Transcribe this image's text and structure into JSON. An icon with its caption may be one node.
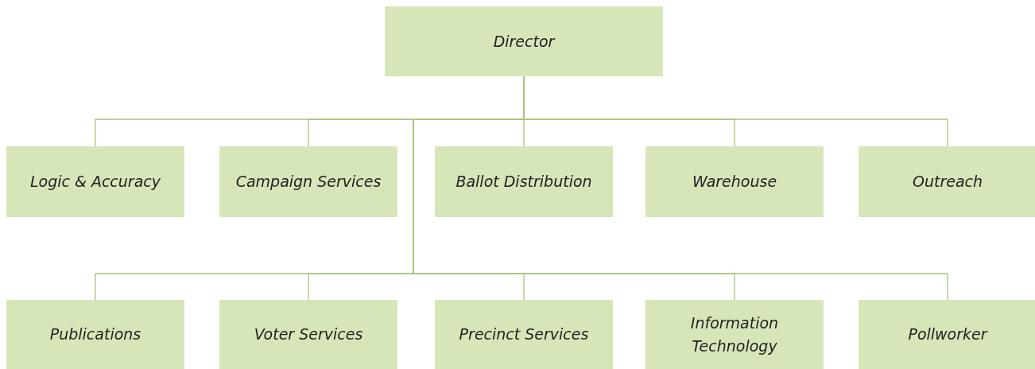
{
  "diagram": {
    "nodes": [
      {
        "text": [
          "Director"
        ]
      },
      {
        "text": [
          "Logic & Accuracy"
        ]
      },
      {
        "text": [
          "Campaign Services"
        ]
      },
      {
        "text": [
          "Ballot Distribution"
        ]
      },
      {
        "text": [
          "Warehouse"
        ]
      },
      {
        "text": [
          "Outreach"
        ]
      },
      {
        "text": [
          "Publications"
        ]
      },
      {
        "text": [
          "Voter Services"
        ]
      },
      {
        "text": [
          "Precinct Services"
        ]
      },
      {
        "text": [
          "Information Technology"
        ]
      },
      {
        "text": [
          "Pollworker"
        ]
      }
    ],
    "edges": [
      {
        "from": 0,
        "to": 1,
        "arrow": "none"
      },
      {
        "from": 0,
        "to": 2,
        "arrow": "none"
      },
      {
        "from": 0,
        "to": 3,
        "arrow": "none"
      },
      {
        "from": 0,
        "to": 4,
        "arrow": "none"
      },
      {
        "from": 0,
        "to": 5,
        "arrow": "none"
      },
      {
        "from": 0,
        "to": 6,
        "arrow": "none"
      },
      {
        "from": 0,
        "to": 7,
        "arrow": "none"
      },
      {
        "from": 0,
        "to": 8,
        "arrow": "none"
      },
      {
        "from": 0,
        "to": 9,
        "arrow": "none"
      },
      {
        "from": 0,
        "to": 10,
        "arrow": "none"
      }
    ]
  }
}
